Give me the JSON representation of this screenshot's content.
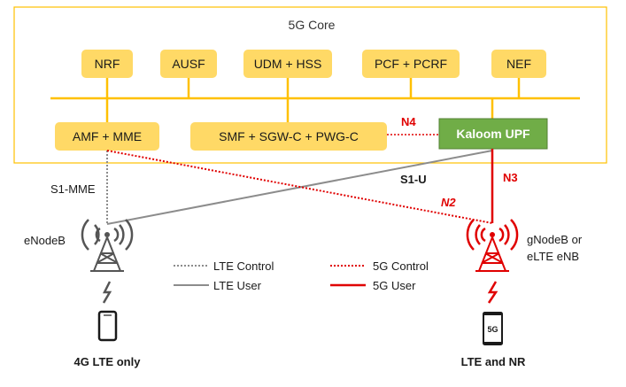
{
  "core": {
    "title": "5G Core",
    "functions": [
      "NRF",
      "AUSF",
      "UDM + HSS",
      "PCF + PCRF",
      "NEF"
    ],
    "amf": "AMF + MME",
    "smf": "SMF + SGW-C + PWG-C",
    "upf": "Kaloom UPF"
  },
  "interfaces": {
    "n4": "N4",
    "n3": "N3",
    "n2": "N2",
    "s1u": "S1-U",
    "s1mme": "S1-MME"
  },
  "stations": {
    "enodeb": "eNodeB",
    "gnodeb_line1": "gNodeB or",
    "gnodeb_line2": "eLTE eNB"
  },
  "devices": {
    "lte_only": "4G LTE only",
    "lte_nr": "LTE and NR",
    "phone_5g_badge": "5G"
  },
  "legend": {
    "lte_control": "LTE Control",
    "lte_user": "LTE User",
    "g5_control": "5G Control",
    "g5_user": "5G User"
  },
  "colors": {
    "box_fill": "#FFD966",
    "core_border": "#FFC000",
    "upf_fill": "#70AD47",
    "lte_line": "#8C8C8C",
    "g5_line": "#E00000"
  }
}
